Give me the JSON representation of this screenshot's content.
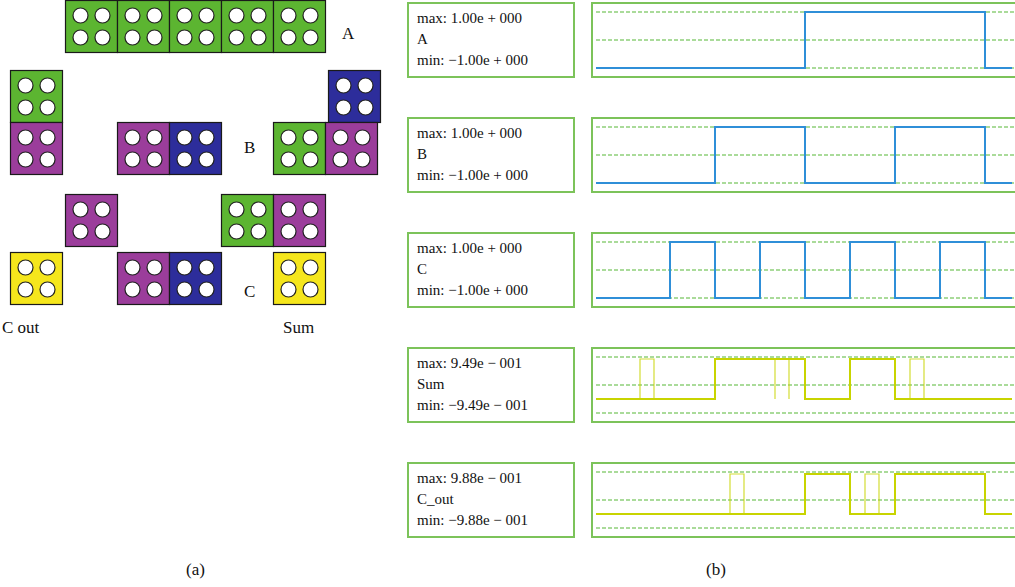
{
  "diagram": {
    "nodes": [
      {
        "text": [
          "max: 1.00e + 000",
          "A",
          "min: −1.00e + 000"
        ]
      },
      {
        "text": [
          "max: 1.00e + 000",
          "B",
          "min: −1.00e + 000"
        ]
      },
      {
        "text": [
          "max: 1.00e + 000",
          "C",
          "min: −1.00e + 000"
        ]
      },
      {
        "text": [
          "max: 9.49e − 001",
          "Sum",
          "min: −9.49e − 001"
        ]
      },
      {
        "text": [
          "max: 9.88e − 001",
          "C_out",
          "min: −9.88e − 001"
        ]
      }
    ],
    "labels": [
      "A",
      "B",
      "C",
      "C out",
      "Sum",
      "(a)",
      "(b)"
    ]
  }
}
